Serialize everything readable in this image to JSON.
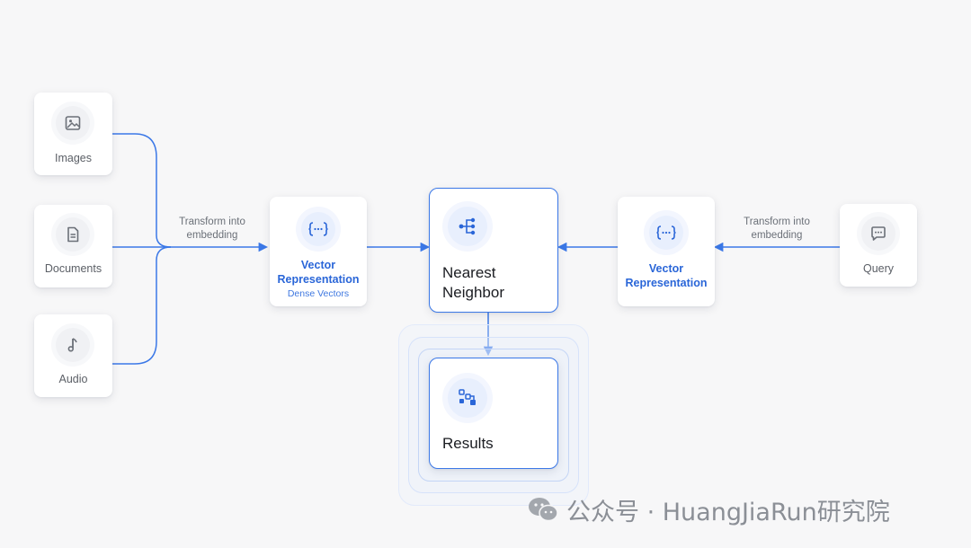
{
  "sources": [
    {
      "label": "Images",
      "icon": "image-icon"
    },
    {
      "label": "Documents",
      "icon": "document-icon"
    },
    {
      "label": "Audio",
      "icon": "music-note-icon"
    }
  ],
  "edge_left": {
    "line1": "Transform into",
    "line2": "embedding"
  },
  "vector_left": {
    "line1": "Vector",
    "line2": "Representation",
    "sub": "Dense Vectors",
    "icon": "braces-dots-icon"
  },
  "nearest": {
    "line1": "Nearest",
    "line2": "Neighbor",
    "icon": "tree-graph-icon"
  },
  "vector_right": {
    "line1": "Vector",
    "line2": "Representation",
    "icon": "braces-dots-icon"
  },
  "edge_right": {
    "line1": "Transform into",
    "line2": "embedding"
  },
  "query": {
    "label": "Query",
    "icon": "chat-bubble-icon"
  },
  "results": {
    "label": "Results",
    "icon": "results-grid-icon"
  },
  "watermark": {
    "text": "公众号 · HuangJiaRun研究院"
  },
  "colors": {
    "accent": "#2a66d8",
    "line": "#3b78e7",
    "text_gray": "#5b5f66"
  }
}
